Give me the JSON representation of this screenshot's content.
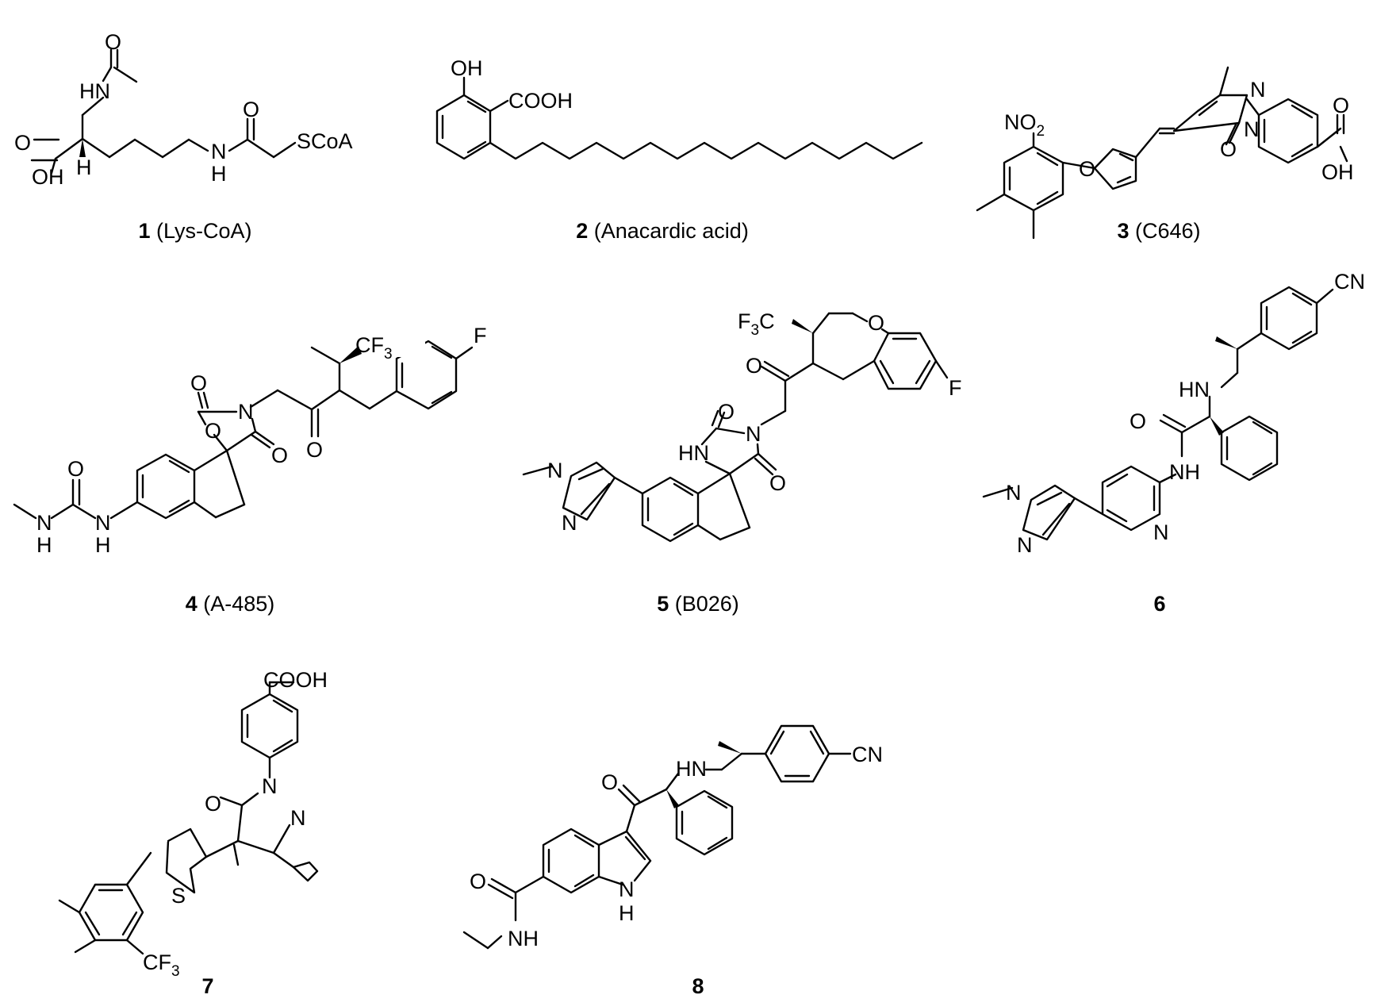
{
  "compounds": [
    {
      "number": "1",
      "name": "(Lys-CoA)"
    },
    {
      "number": "2",
      "name": "(Anacardic acid)"
    },
    {
      "number": "3",
      "name": "(C646)"
    },
    {
      "number": "4",
      "name": "(A-485)"
    },
    {
      "number": "5",
      "name": "(B026)"
    },
    {
      "number": "6",
      "name": ""
    },
    {
      "number": "7",
      "name": ""
    },
    {
      "number": "8",
      "name": ""
    }
  ],
  "atom_labels": {
    "c1": {
      "o_top": "O",
      "hn": "HN",
      "o_left": "O",
      "oh": "OH",
      "h": "H",
      "o_amide": "O",
      "nh_n": "N",
      "nh_h": "H",
      "scoa": "SCoA"
    },
    "c2": {
      "oh": "OH",
      "cooh": "COOH"
    },
    "c3": {
      "no2": "NO",
      "no2_sub": "2",
      "o_furan": "O",
      "n_a": "N",
      "n_b": "N",
      "o_keto": "O",
      "o_acid": "O",
      "oh": "OH"
    },
    "c4": {
      "o_urea": "O",
      "n1": "N",
      "h1": "H",
      "n2": "N",
      "h2": "H",
      "o_ring": "O",
      "o_c1": "O",
      "n_ring": "N",
      "o_c2": "O",
      "o_ketone": "O",
      "cf3": "CF",
      "cf3_sub": "3",
      "f": "F"
    },
    "c5": {
      "n_me": "N",
      "n_pz": "N",
      "hn": "HN",
      "o_c1": "O",
      "n_ring": "N",
      "o_c2": "O",
      "o_ketone": "O",
      "f3c": "F",
      "f3c_sub": "3",
      "f3c_c": "C",
      "o_ring": "O",
      "f": "F"
    },
    "c6": {
      "n_me": "N",
      "n_pz": "N",
      "n_py": "N",
      "nh": "NH",
      "o": "O",
      "hn": "HN",
      "cn": "CN"
    },
    "c7": {
      "cooh": "COOH",
      "o": "O",
      "n1": "N",
      "n2": "N",
      "s": "S",
      "cf3": "CF",
      "cf3_sub": "3"
    },
    "c8": {
      "o_amide": "O",
      "nh": "NH",
      "nh_ind": "N",
      "h_ind": "H",
      "o_ketone": "O",
      "hn": "HN",
      "cn": "CN"
    }
  }
}
